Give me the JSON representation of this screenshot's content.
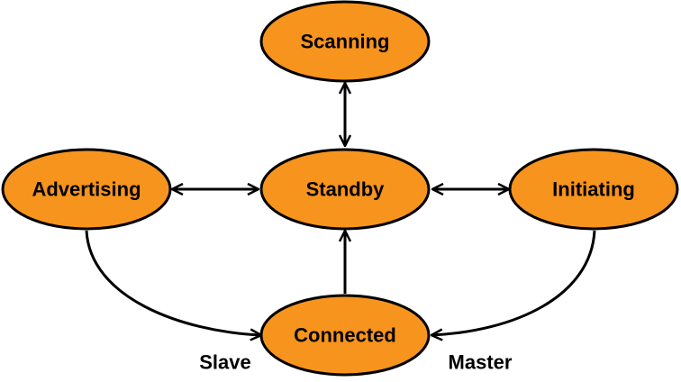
{
  "colors": {
    "node_fill": "#f7941d",
    "stroke": "#000000",
    "text": "#000000"
  },
  "nodes": {
    "scanning": "Scanning",
    "advertising": "Advertising",
    "standby": "Standby",
    "initiating": "Initiating",
    "connected": "Connected"
  },
  "edge_labels": {
    "slave": "Slave",
    "master": "Master"
  }
}
